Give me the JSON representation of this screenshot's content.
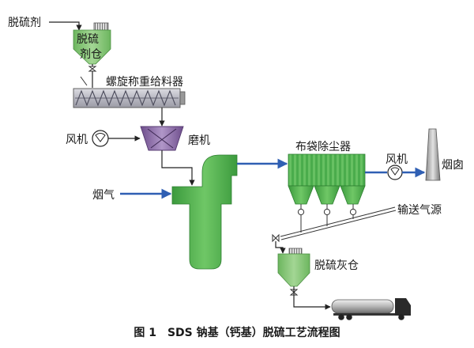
{
  "labels": {
    "desulfurizer": "脱硫剂",
    "desulfurizer_silo_line1": "脱硫",
    "desulfurizer_silo_line2": "剂仓",
    "screw_feeder": "螺旋称重给料器",
    "fan_left": "风机",
    "mill": "磨机",
    "flue_gas": "烟气",
    "baghouse": "布袋除尘器",
    "fan_right": "风机",
    "chimney": "烟囱",
    "conveying_air": "输送气源",
    "ash_silo": "脱硫灰仓"
  },
  "caption": "图 1　SDS 钠基（钙基）脱硫工艺流程图",
  "colors": {
    "reactor_green": "#4caf50",
    "silo_green": "#8cc97b",
    "mill_purple": "#8f6bab",
    "gas_line_blue": "#2f5fb3",
    "feeder_gray": "#c4c4cc"
  }
}
